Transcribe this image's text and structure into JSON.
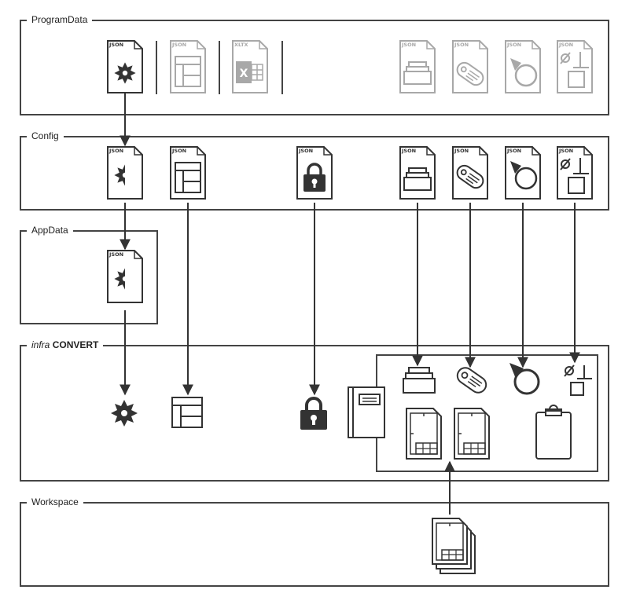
{
  "sections": {
    "programdata": "ProgramData",
    "config": "Config",
    "appdata": "AppData",
    "infra_prefix": "infra",
    "infra_name": "CONVERT",
    "workspace": "Workspace"
  },
  "file_tags": {
    "json": "JSON",
    "xltx": "XLTX"
  },
  "colors": {
    "dark": "#333333",
    "light": "#a8a8a8",
    "frame": "#444444"
  }
}
